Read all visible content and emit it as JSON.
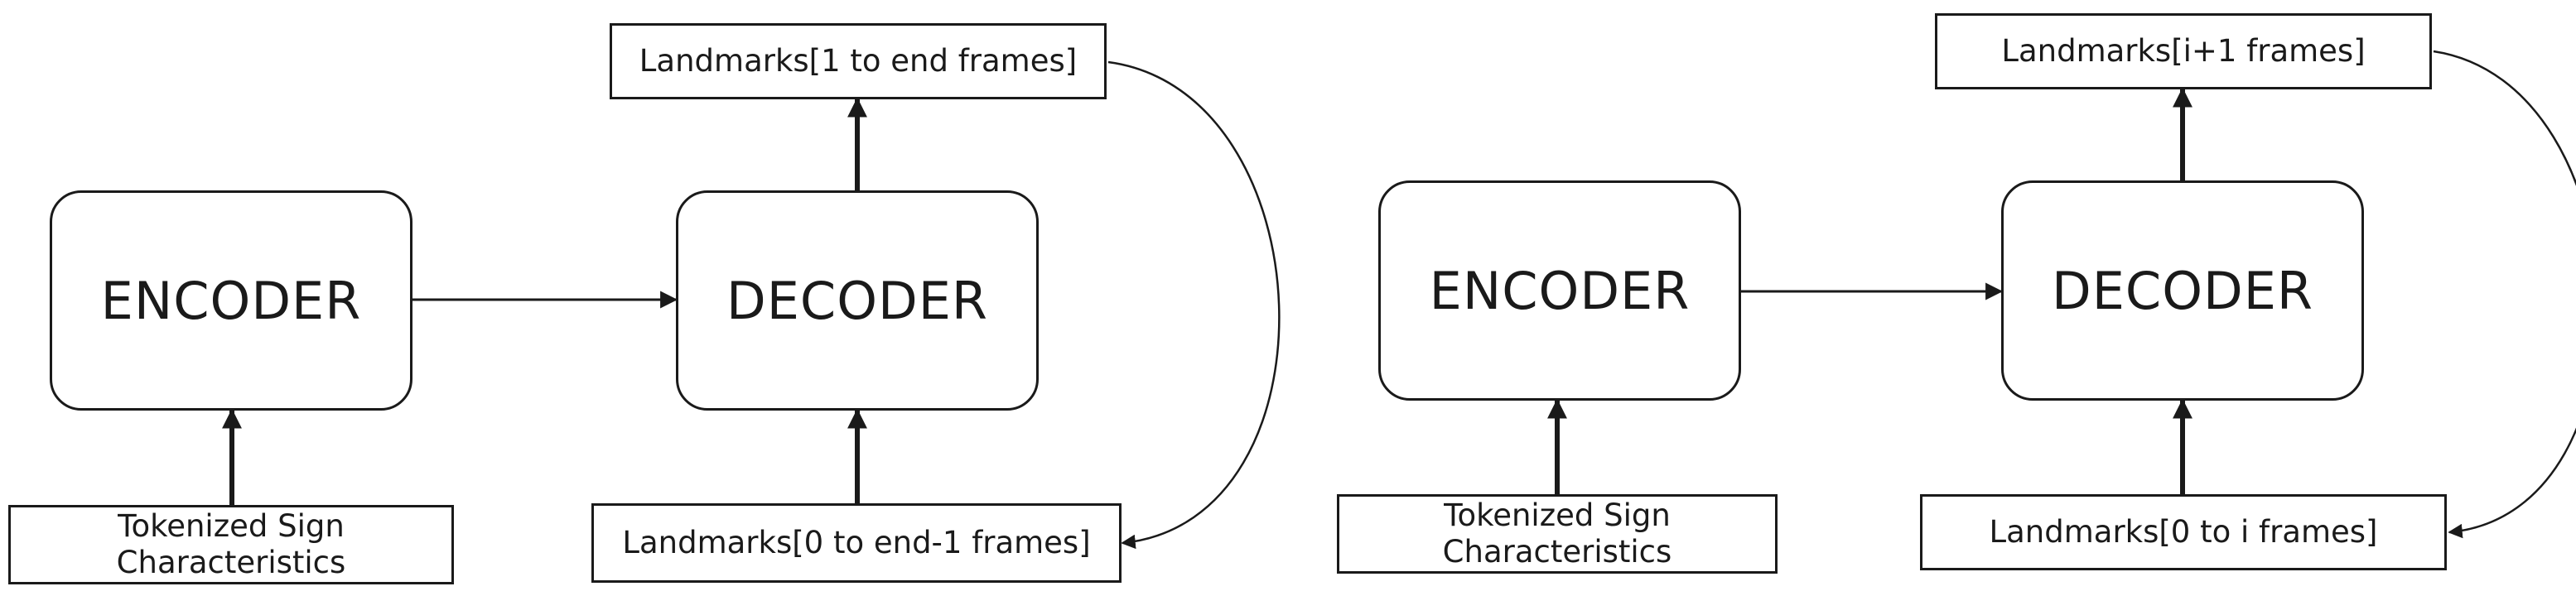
{
  "diagrams": [
    {
      "encoder": "ENCODER",
      "decoder": "DECODER",
      "encoder_input_line1": "Tokenized Sign",
      "encoder_input_line2": "Characteristics",
      "decoder_input": "Landmarks[0 to end-1 frames]",
      "decoder_output": "Landmarks[1 to end frames]"
    },
    {
      "encoder": "ENCODER",
      "decoder": "DECODER",
      "encoder_input_line1": "Tokenized Sign",
      "encoder_input_line2": "Characteristics",
      "decoder_input": "Landmarks[0 to i frames]",
      "decoder_output": "Landmarks[i+1 frames]"
    }
  ]
}
